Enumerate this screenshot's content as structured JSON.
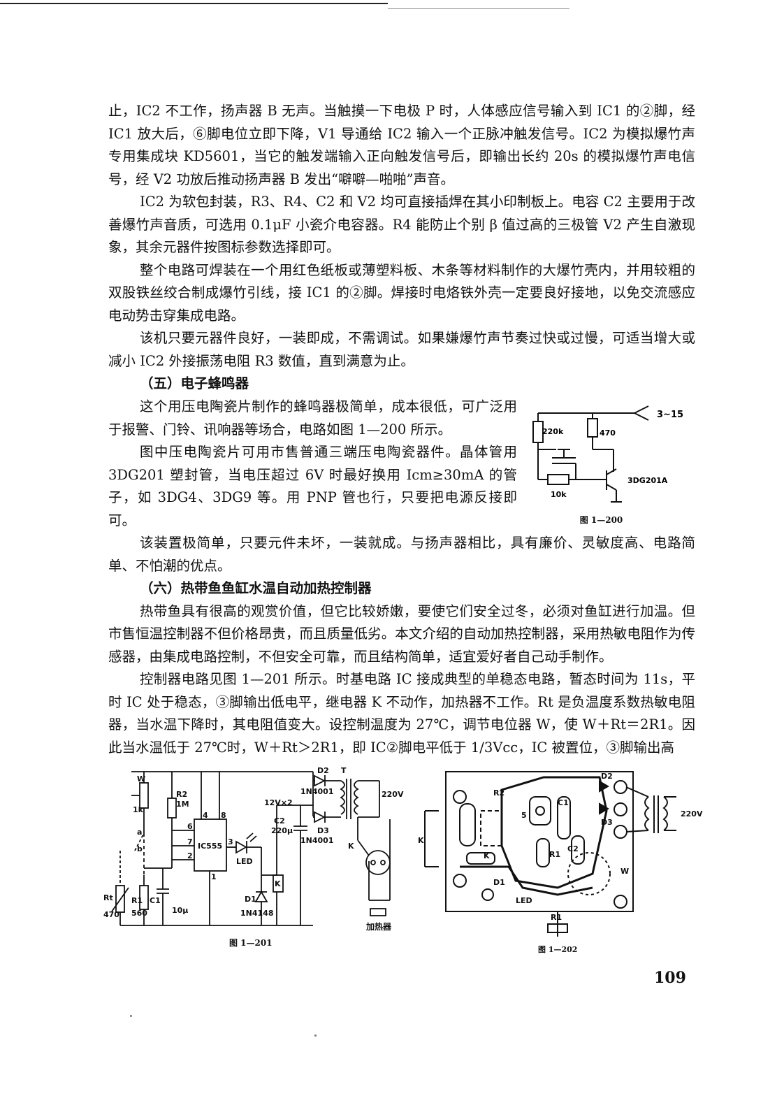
{
  "page_number": "109",
  "para1": "止，IC2 不工作，扬声器 B 无声。当触摸一下电极 P 时，人体感应信号输入到 IC1 的②脚，经 IC1 放大后，⑥脚电位立即下降，V1 导通给 IC2 输入一个正脉冲触发信号。IC2 为模拟爆竹声专用集成块 KD5601，当它的触发端输入正向触发信号后，即输出长约 20s 的模拟爆竹声电信号，经 V2 功放后推动扬声器 B 发出“噼噼—啪啪”声音。",
  "para2": "IC2 为软包封装，R3、R4、C2 和 V2 均可直接插焊在其小印制板上。电容 C2 主要用于改善爆竹声音质，可选用 0.1μF 小瓷介电容器。R4 能防止个别 β 值过高的三极管 V2 产生自激现象，其余元器件按图标参数选择即可。",
  "para3": "整个电路可焊装在一个用红色纸板或薄塑料板、木条等材料制作的大爆竹壳内，并用较粗的双股铁丝绞合制成爆竹引线，接 IC1 的②脚。焊接时电烙铁外壳一定要良好接地，以免交流感应电动势击穿集成电路。",
  "para4": "该机只要元器件良好，一装即成，不需调试。如果嫌爆竹声节奏过快或过慢，可适当增大或减小 IC2 外接振荡电阻 R3 数值，直到满意为止。",
  "heading5": "（五）电子蜂鸣器",
  "para5": "这个用压电陶瓷片制作的蜂鸣器极简单，成本很低，可广泛用于报警、门铃、讯响器等场合，电路如图 1—200 所示。",
  "para6": "图中压电陶瓷片可用市售普通三端压电陶瓷器件。晶体管用 3DG201 塑封管，当电压超过 6V 时最好换用 Icm≥30mA 的管子，如 3DG4、3DG9 等。用 PNP 管也行，只要把电源反接即可。",
  "para7": "该装置极简单，只要元件未坏，一装就成。与扬声器相比，具有廉价、灵敏度高、电路简单、不怕潮的优点。",
  "heading6": "（六）热带鱼鱼缸水温自动加热控制器",
  "para8": "热带鱼具有很高的观赏价值，但它比较娇嫩，要使它们安全过冬，必须对鱼缸进行加温。但市售恒温控制器不但价格昂贵，而且质量低劣。本文介绍的自动加热控制器，采用热敏电阻作为传感器，由集成电路控制，不但安全可靠，而且结构简单，适宜爱好者自己动手制作。",
  "para9": "控制器电路见图 1—201 所示。时基电路 IC 接成典型的单稳态电路，暂态时间为 11s，平时 IC 处于稳态，③脚输出低电平，继电器 K 不动作，加热器不工作。Rt 是负温度系数热敏电阻器，当水温下降时，其电阻值变大。设控制温度为 27℃，调节电位器 W，使 W＋Rt＝2R1。因此当水温低于 27℃时，W＋Rt＞2R1，即 IC②脚电平低于 1/3Vcc，IC 被置位，③脚输出高",
  "fig200": {
    "caption": "图 1—200",
    "r1": "220k",
    "r2": "470",
    "r3": "10k",
    "supply": "3~15",
    "transistor": "3DG201A"
  },
  "fig201": {
    "caption": "图 1—201",
    "w": "W",
    "w_val": "1k",
    "r2": "R2",
    "r2_val": "1M",
    "ic": "IC555",
    "pin4": "4",
    "pin8": "8",
    "pin6": "6",
    "pin7": "7",
    "pin2": "2",
    "pin1": "1",
    "pin3": "3",
    "led": "LED",
    "k": "K",
    "d1": "D1",
    "d1_val": "1N4148",
    "d2": "D2",
    "d2_val": "1N4001",
    "d3": "D3",
    "d3_val": "1N4001",
    "c2": "C2",
    "c2_val": "220μ",
    "v12": "12V×2",
    "t": "T",
    "v220": "220V",
    "c1": "C1",
    "c1_val": "10μ",
    "r1": "R1",
    "r1_val": "560",
    "rt": "Rt",
    "rt_val": "470",
    "a": "a",
    "b": "b",
    "heater": "加热器"
  },
  "fig202": {
    "caption": "图 1—202",
    "r2": "R2",
    "c1": "C1",
    "c2": "C2",
    "d2": "D2",
    "d3": "D3",
    "k": "K",
    "r1": "R1",
    "w": "W",
    "led": "LED",
    "d1": "D1",
    "k_side": "K",
    "v220": "220V",
    "pin5": "5",
    "r1_bottom": "R1"
  }
}
